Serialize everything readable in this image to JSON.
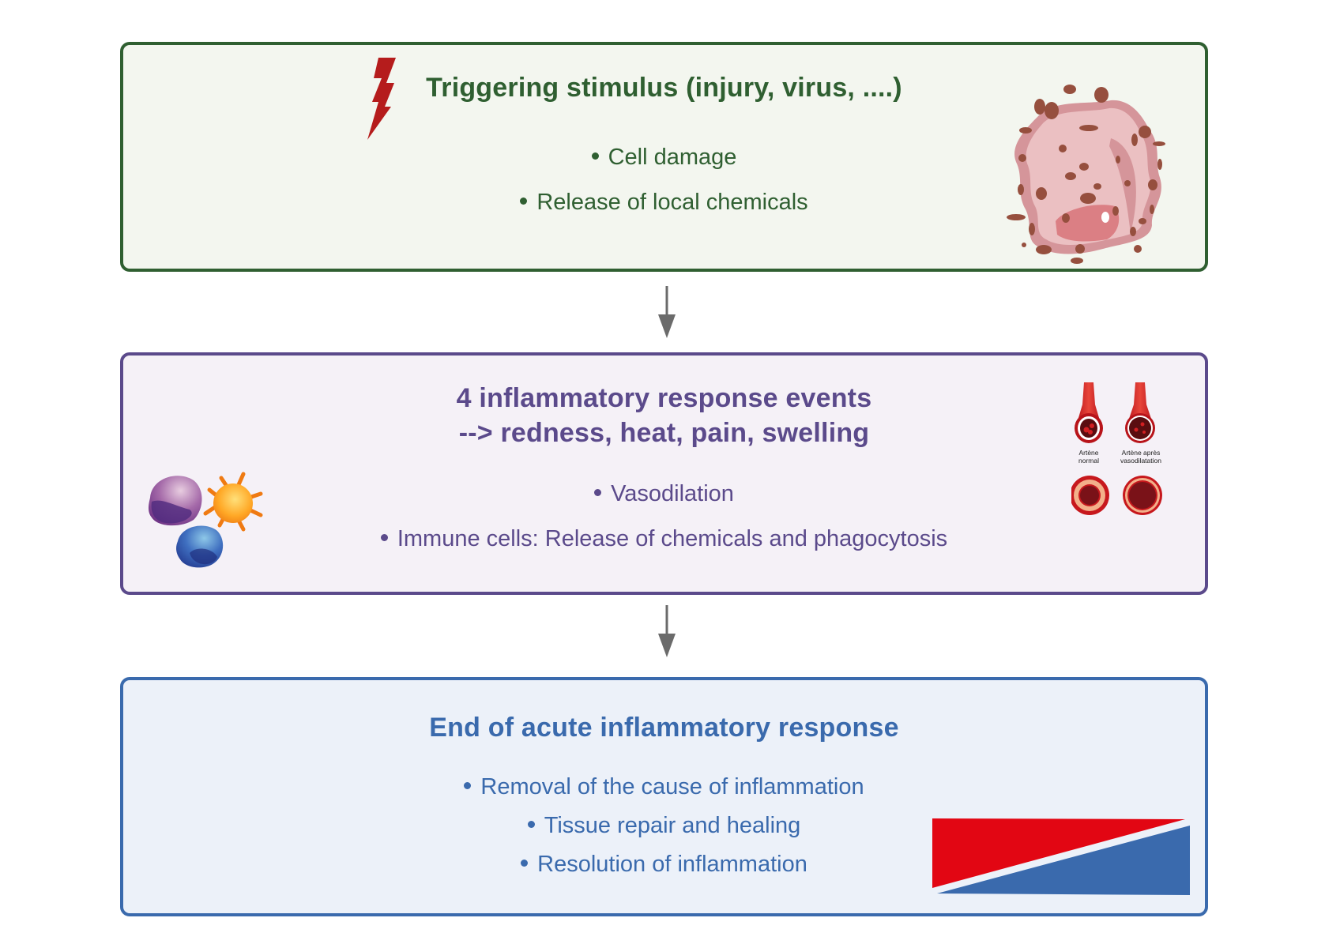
{
  "colors": {
    "stage1": "#2f5f31",
    "stage2": "#5b4a8b",
    "stage3": "#3a6aad",
    "arrow": "#6b6b6b",
    "lightning": "#b51c1c",
    "bar_red": "#e20613",
    "bar_blue": "#3a6aad"
  },
  "stages": [
    {
      "title": "Triggering stimulus (injury, virus, ....)",
      "icon": "lightning-icon",
      "illustration": "damaged-cell",
      "bullets": [
        "Cell damage",
        "Release of local chemicals"
      ]
    },
    {
      "title_lines": [
        "4 inflammatory response events",
        "--> redness, heat, pain, swelling"
      ],
      "illustration": "immune-cells",
      "vessel_labels": {
        "normal": [
          "Artène",
          "normal"
        ],
        "dilated": [
          "Artène après",
          "vasodilatation"
        ]
      },
      "bullets": [
        "Vasodilation",
        "Immune cells: Release of chemicals and phagocytosis"
      ]
    },
    {
      "title": "End of acute inflammatory response",
      "illustration": "decreasing-inflammation-wedge",
      "bullets": [
        "Removal of the cause of inflammation",
        "Tissue repair and healing",
        "Resolution of inflammation"
      ]
    }
  ]
}
